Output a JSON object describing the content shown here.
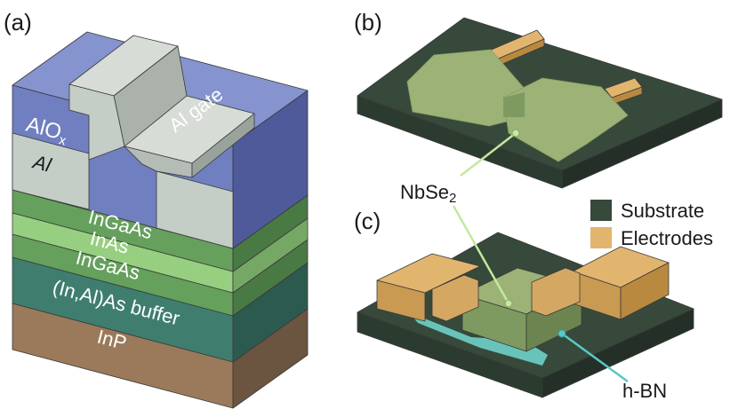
{
  "panels": {
    "a": "(a)",
    "b": "(b)",
    "c": "(c)"
  },
  "layers": {
    "gate": "Al gate",
    "aloxBase": "AlO",
    "aloxSub": "x",
    "al": "Al",
    "ingaasTop": "InGaAs",
    "inas": "InAs",
    "ingaasBottom": "InGaAs",
    "buffer": "(In,Al)As buffer",
    "inp": "InP"
  },
  "callouts": {
    "nbse2Base": "NbSe",
    "nbse2Sub": "2",
    "hbn": "h-BN"
  },
  "legend": [
    {
      "label": "Substrate",
      "color": "#37493a"
    },
    {
      "label": "Electrodes",
      "color": "#e2b56f"
    }
  ],
  "colors": {
    "alox": "#6f7fc0",
    "al": "#c4cec6",
    "ingaas": "#65a05c",
    "inas": "#97cf80",
    "buffer": "#3f7e6e",
    "inp": "#9a7a5a",
    "substrate": "#37493a",
    "flake": "#9cb276",
    "electrode": "#e2b56f",
    "hbn": "#68c4bb",
    "hbnLine": "#58c8c8",
    "leader": "#c4e89e"
  }
}
